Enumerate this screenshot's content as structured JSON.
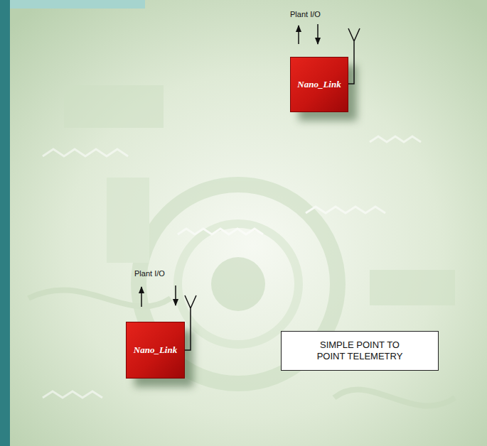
{
  "diagram": {
    "nodes": [
      {
        "text": [
          "Nano_Link"
        ]
      },
      {
        "text": [
          "Nano_Link"
        ]
      },
      {
        "text": [
          "SIMPLE POINT TO POINT TELEMETRY"
        ]
      }
    ],
    "labels": [
      "Plant I/O",
      "Plant I/O"
    ]
  }
}
